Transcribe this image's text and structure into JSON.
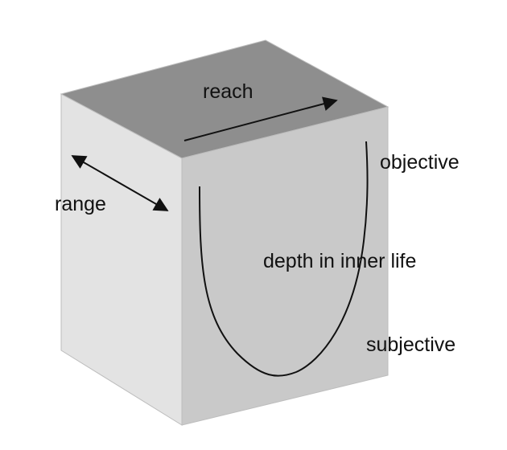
{
  "labels": {
    "reach": "reach",
    "range": "range",
    "objective": "objective",
    "depth": "depth in inner life",
    "subjective": "subjective"
  },
  "colors": {
    "top_face": "#8e8e8e",
    "left_face": "#e3e3e3",
    "front_face": "#c9c9c9",
    "edge": "#bdbdbd",
    "ink": "#111111"
  }
}
